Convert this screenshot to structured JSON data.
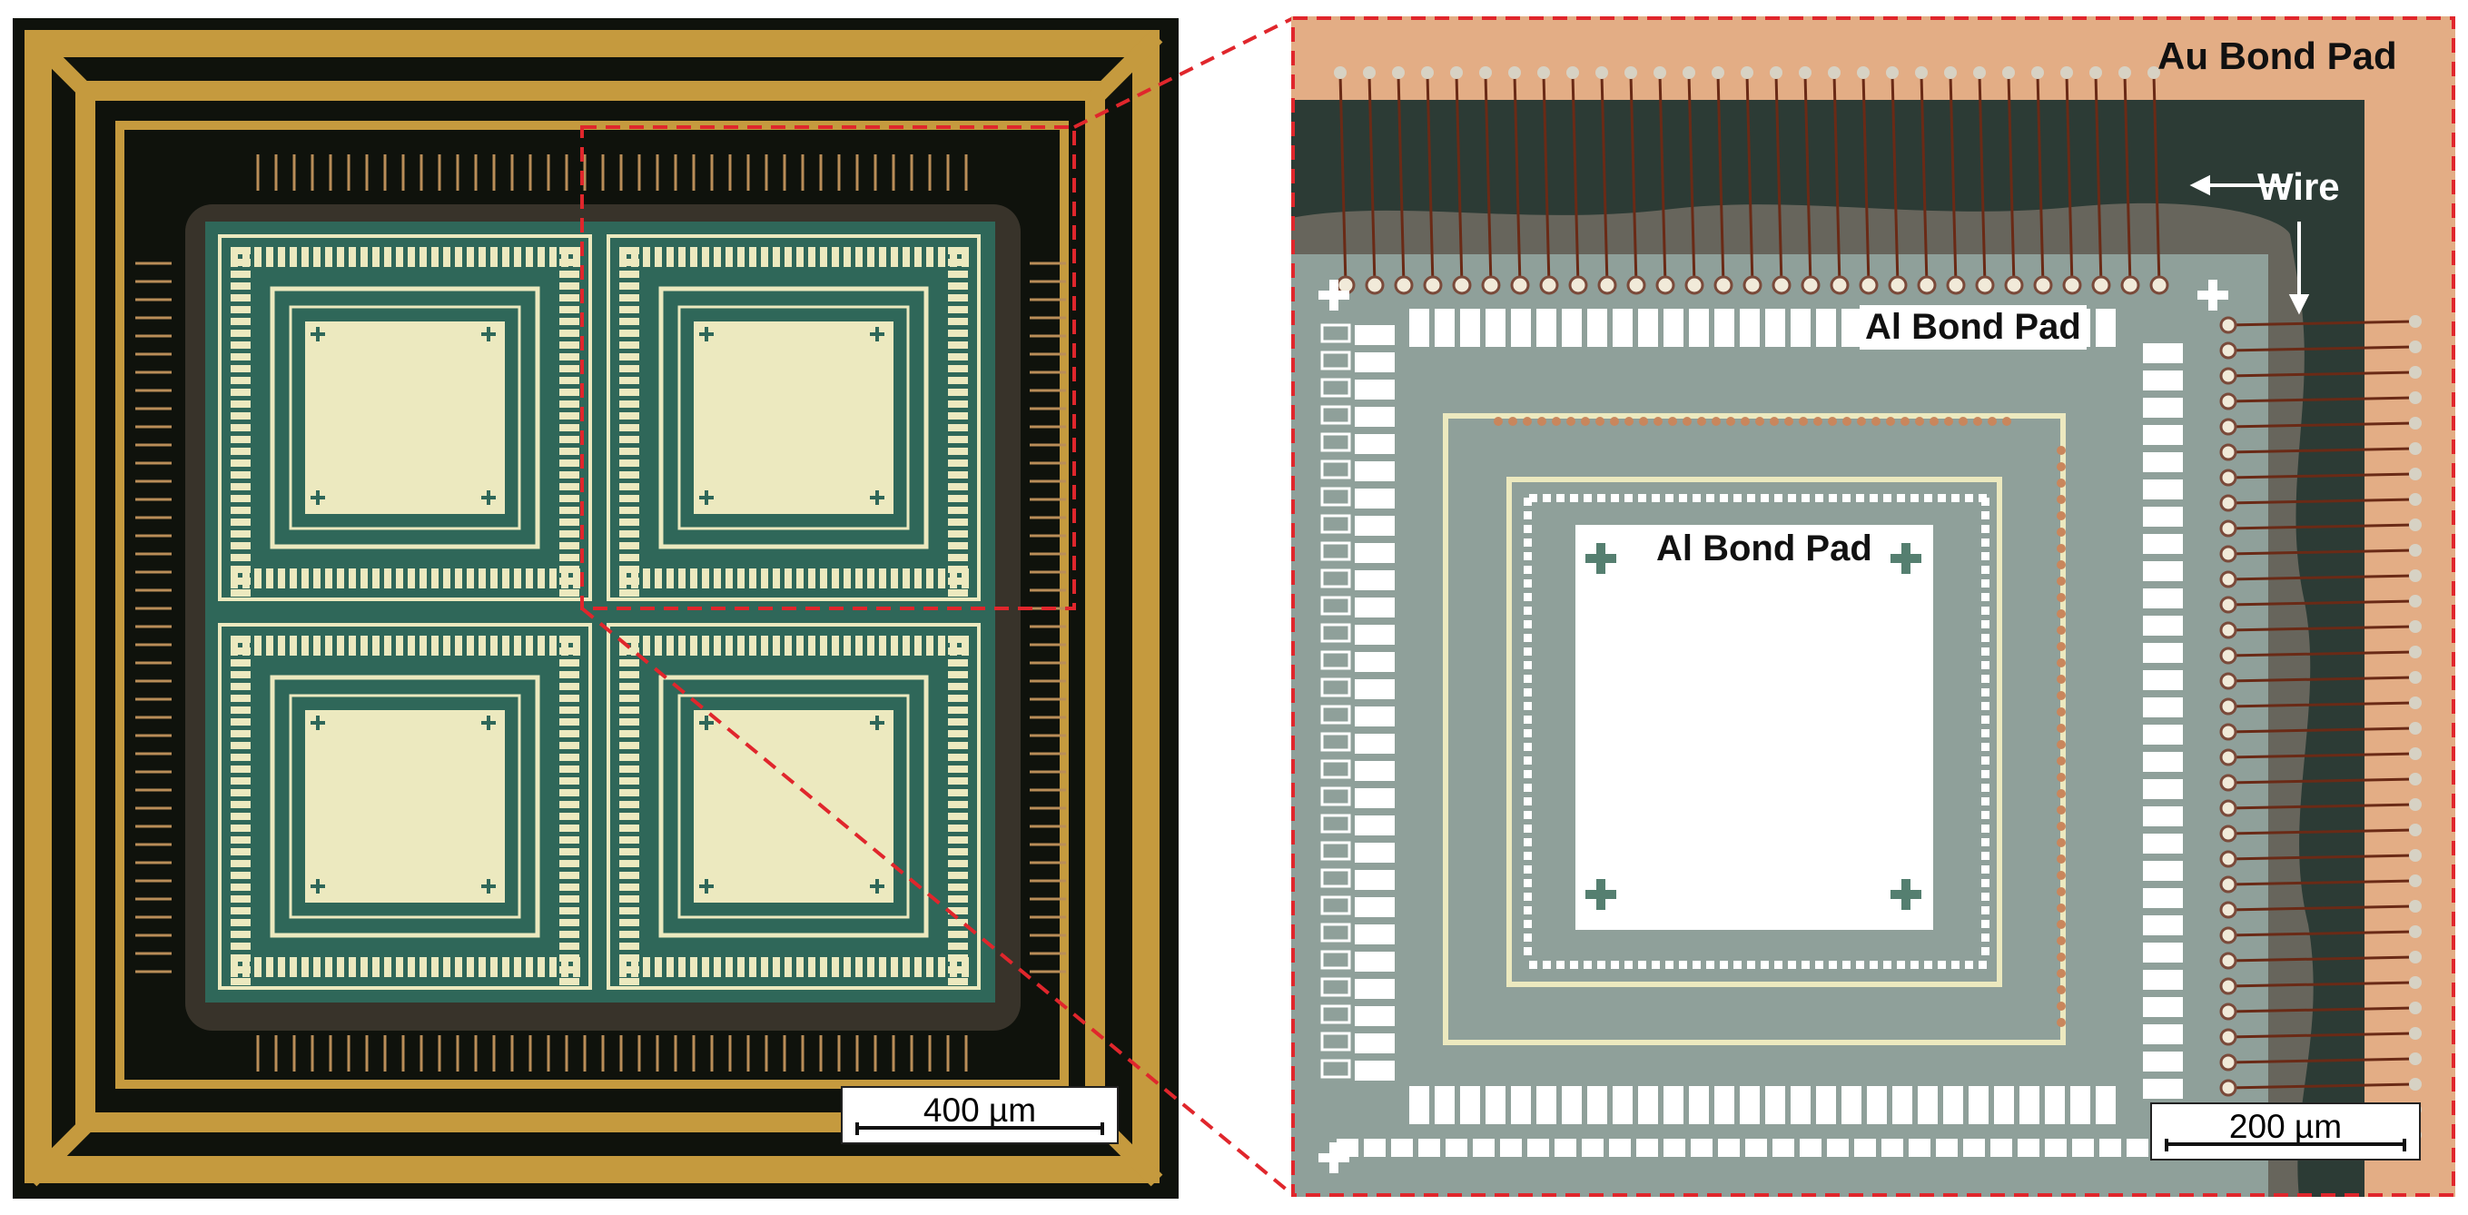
{
  "left": {
    "scale_label": "400 µm"
  },
  "right": {
    "label_au_bond_pad": "Au Bond Pad",
    "label_wire": "Wire",
    "label_al_bond_pad_top": "Al Bond Pad",
    "label_al_bond_pad_center": "Al Bond Pad",
    "scale_label": "200 µm"
  },
  "colors": {
    "gold_frame": "#c59a3e",
    "dark_bg": "#0f120c",
    "teal_pattern": "#2f6759",
    "pad_cream": "#ece9bf",
    "right_gray": "#8fa09a",
    "right_green_bg": "#2c3b35",
    "copper_bond_area": "#e3ad85",
    "zoom_box_red": "#e0262c"
  }
}
